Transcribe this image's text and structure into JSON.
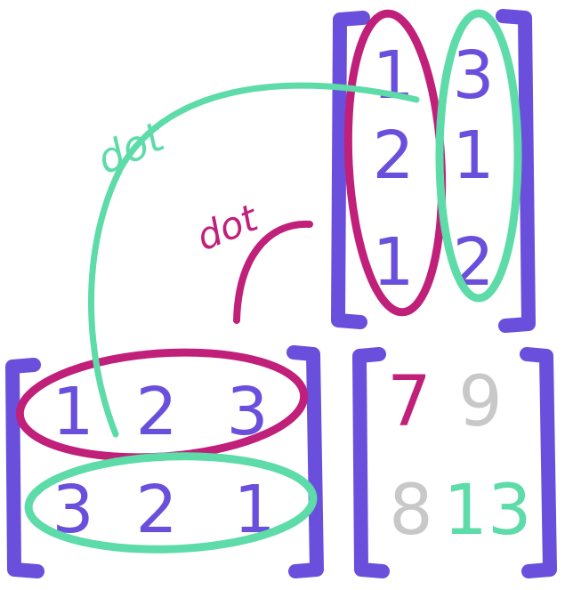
{
  "colors": {
    "purple": "#6a4fdc",
    "magenta": "#c01f7a",
    "mint": "#5ddba8",
    "gray": "#c8c8c8",
    "background": "#ffffff"
  },
  "labels": {
    "dot_green": "dot",
    "dot_magenta": "dot"
  },
  "matrix_b": {
    "rows": [
      [
        "1",
        "3"
      ],
      [
        "2",
        "1"
      ],
      [
        "1",
        "2"
      ]
    ]
  },
  "matrix_a": {
    "rows": [
      [
        "1",
        "2",
        "3"
      ],
      [
        "3",
        "2",
        "1"
      ]
    ]
  },
  "result": {
    "rows": [
      [
        "7",
        "9"
      ],
      [
        "8",
        "13"
      ]
    ]
  }
}
